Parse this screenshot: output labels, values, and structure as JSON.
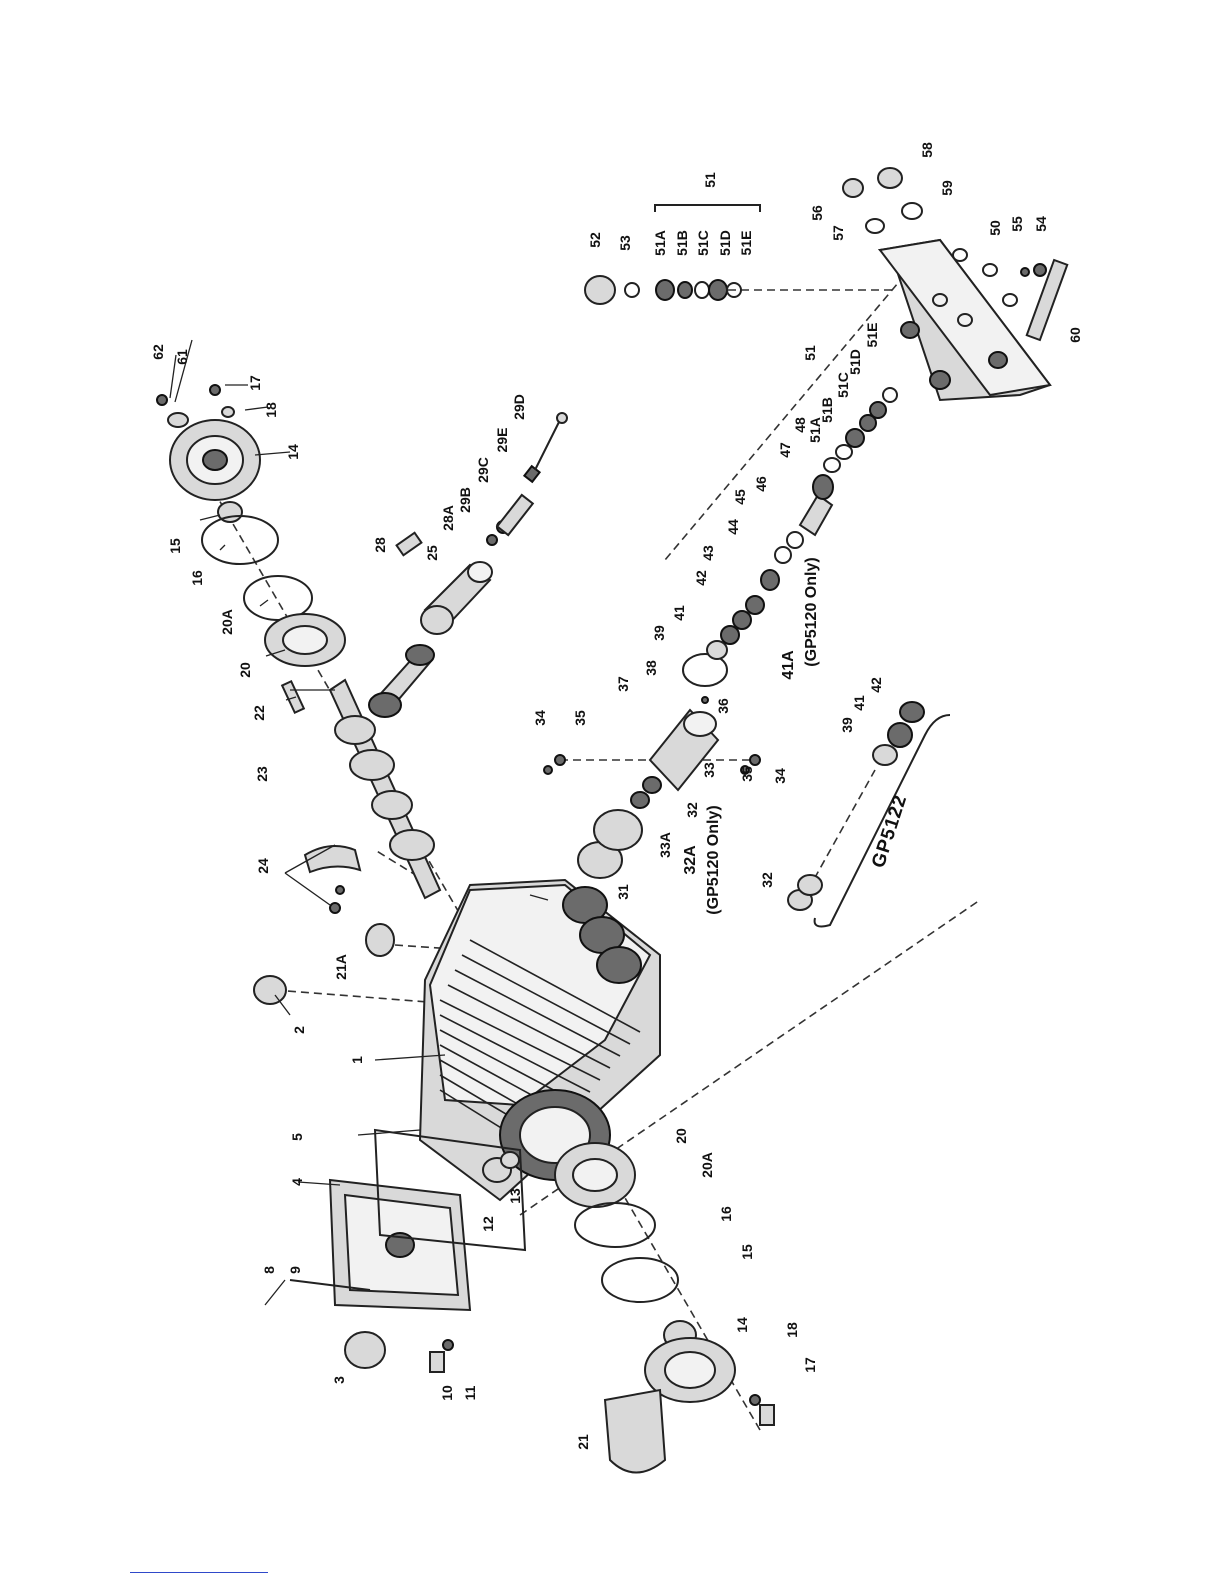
{
  "parts": {
    "p1": "1",
    "p2": "2",
    "p3": "3",
    "p4": "4",
    "p5": "5",
    "p8": "8",
    "p9": "9",
    "p10": "10",
    "p11": "11",
    "p12": "12",
    "p13": "13",
    "p14a": "14",
    "p14b": "14",
    "p15a": "15",
    "p15b": "15",
    "p16a": "16",
    "p16b": "16",
    "p17a": "17",
    "p17b": "17",
    "p18a": "18",
    "p18b": "18",
    "p20a": "20",
    "p20b": "20",
    "p20Aa": "20A",
    "p20Ab": "20A",
    "p21": "21",
    "p21A": "21A",
    "p22": "22",
    "p23": "23",
    "p24": "24",
    "p25": "25",
    "p28": "28",
    "p28A": "28A",
    "p29B": "29B",
    "p29C": "29C",
    "p29D": "29D",
    "p29E": "29E",
    "p31": "31",
    "p32": "32",
    "p32A": "32A",
    "p32g": "32",
    "p33": "33",
    "p33A": "33A",
    "p34a": "34",
    "p34b": "34",
    "p35a": "35",
    "p35b": "35",
    "p36": "36",
    "p37": "37",
    "p38": "38",
    "p39": "39",
    "p39g": "39",
    "p41": "41",
    "p41g": "41",
    "p41A": "41A",
    "p42": "42",
    "p42g": "42",
    "p43": "43",
    "p44": "44",
    "p45": "45",
    "p46": "46",
    "p47": "47",
    "p48": "48",
    "p50": "50",
    "p51a": "51",
    "p51b": "51",
    "p51Aa": "51A",
    "p51Ba": "51B",
    "p51Ca": "51C",
    "p51Da": "51D",
    "p51Ea": "51E",
    "p51Ab": "51A",
    "p51Bb": "51B",
    "p51Cb": "51C",
    "p51Db": "51D",
    "p51Eb": "51E",
    "p52": "52",
    "p53": "53",
    "p54": "54",
    "p55": "55",
    "p56": "56",
    "p57": "57",
    "p58": "58",
    "p59": "59",
    "p60": "60",
    "p61": "61",
    "p62": "62"
  },
  "notes": {
    "gp5120_a": "(GP5120 Only)",
    "gp5120_b": "(GP5120 Only)",
    "gp5122": "GP5122"
  }
}
